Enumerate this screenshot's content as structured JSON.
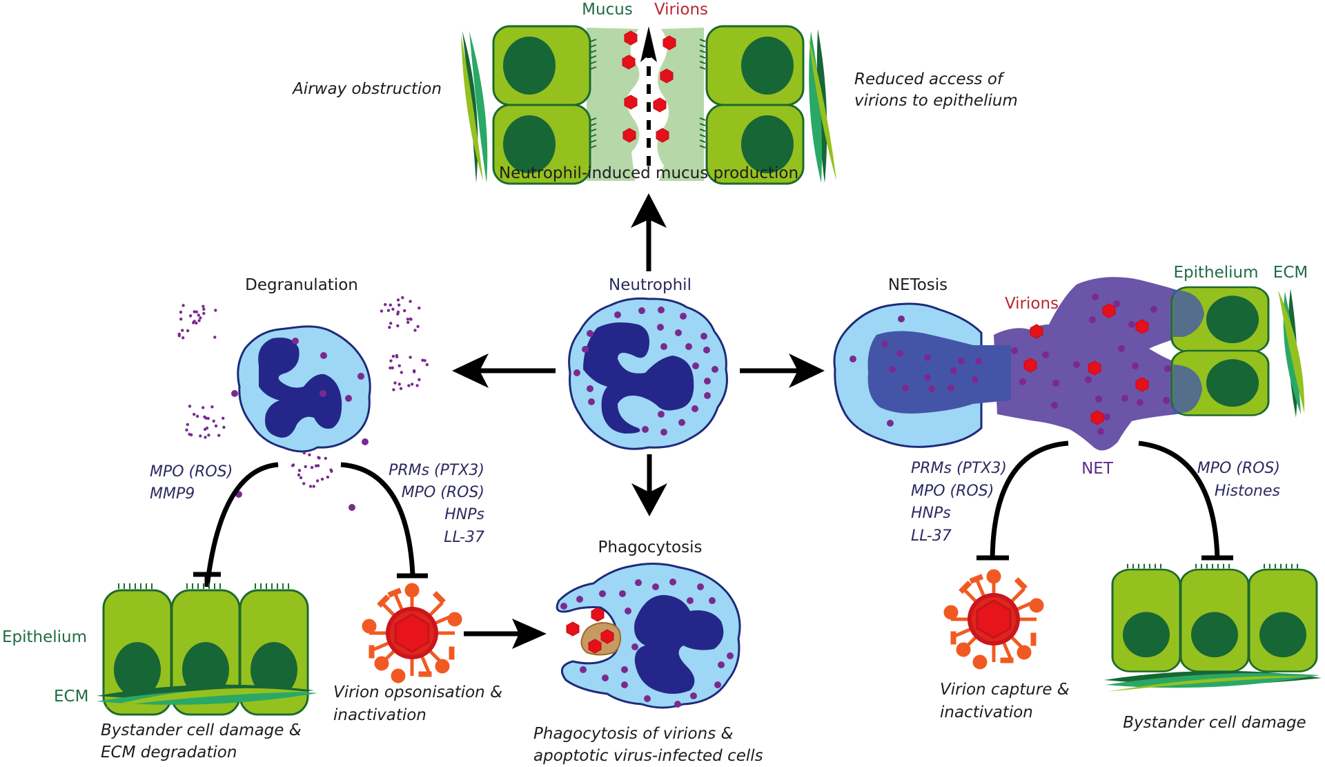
{
  "title": "Neutrophil effector functions in viral infection",
  "colors": {
    "epithelium_cell": "#95c11f",
    "nucleus_dark_green": "#176636",
    "mucus": "#b6d7a8",
    "neutrophil_cytoplasm": "#9dd7f5",
    "neutrophil_nucleus": "#242789",
    "granule": "#7a2a8e",
    "net": "#6a55a8",
    "virion": "#e4101a",
    "virion_spike": "#f05a22"
  },
  "top": {
    "mucus_label": "Mucus",
    "virions_label": "Virions",
    "left_caption": "Airway obstruction",
    "right_caption_line1": "Reduced access of",
    "right_caption_line2": "virions to epithelium",
    "title": "Neutrophil-induced mucus production"
  },
  "center": {
    "label": "Neutrophil"
  },
  "degranulation": {
    "title": "Degranulation",
    "left_mediators": [
      "MPO (ROS)",
      "MMP9"
    ],
    "right_mediators": [
      "PRMs (PTX3)",
      "MPO (ROS)",
      "HNPs",
      "LL-37"
    ],
    "epithelium_label": "Epithelium",
    "ecm_label": "ECM",
    "left_outcome_line1": "Bystander cell damage &",
    "left_outcome_line2": "ECM degradation",
    "right_outcome_line1": "Virion opsonisation &",
    "right_outcome_line2": "inactivation"
  },
  "phagocytosis": {
    "title": "Phagocytosis",
    "caption_line1": "Phagocytosis of virions &",
    "caption_line2": "apoptotic virus-infected cells"
  },
  "netosis": {
    "title": "NETosis",
    "virions_label": "Virions",
    "epithelium_label": "Epithelium",
    "ecm_label": "ECM",
    "net_label": "NET",
    "left_mediators": [
      "PRMs (PTX3)",
      "MPO (ROS)",
      "HNPs",
      "LL-37"
    ],
    "right_mediators": [
      "MPO (ROS)",
      "Histones"
    ],
    "left_outcome_line1": "Virion capture &",
    "left_outcome_line2": "inactivation",
    "right_outcome": "Bystander cell damage"
  }
}
